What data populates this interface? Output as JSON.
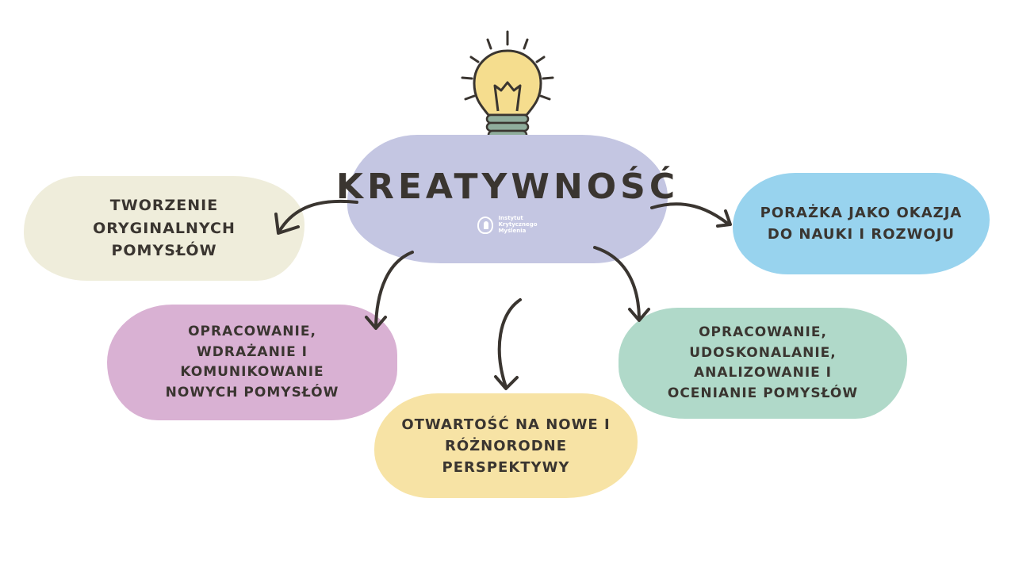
{
  "center": {
    "title": "KREATYWNOŚĆ",
    "logo_lines": [
      "Instytut",
      "Krytycznego",
      "Myślenia"
    ]
  },
  "nodes": {
    "tworzenie": "TWORZENIE\nORYGINALNYCH\nPOMYSŁÓW",
    "porazka": "PORAŻKA JAKO OKAZJA\nDO NAUKI I ROZWOJU",
    "opracowanie_wdrazanie": "OPRACOWANIE,\nWDRAŻANIE I\nKOMUNIKOWANIE\nNOWYCH POMYSŁÓW",
    "otwartosc": "OTWARTOŚĆ NA NOWE I\nRÓŻNORODNE\nPERSPEKTYWY",
    "opracowanie_udoskonalanie": "OPRACOWANIE,\nUDOSKONALANIE,\nANALIZOWANIE I\nOCENIANIE POMYSŁÓW"
  },
  "colors": {
    "center": "#c4c6e2",
    "tworzenie": "#efeddb",
    "porazka": "#98d3ee",
    "opracowanie_wdrazanie": "#d9b1d3",
    "otwartosc": "#f7e3a5",
    "opracowanie_udoskonalanie": "#b0d9c9",
    "bulb": "#f5dd8e",
    "bulb_base": "#8fad9c",
    "ink": "#3a3530"
  },
  "icons": [
    "lightbulb-icon",
    "arrow-icon",
    "institute-logo-icon"
  ]
}
